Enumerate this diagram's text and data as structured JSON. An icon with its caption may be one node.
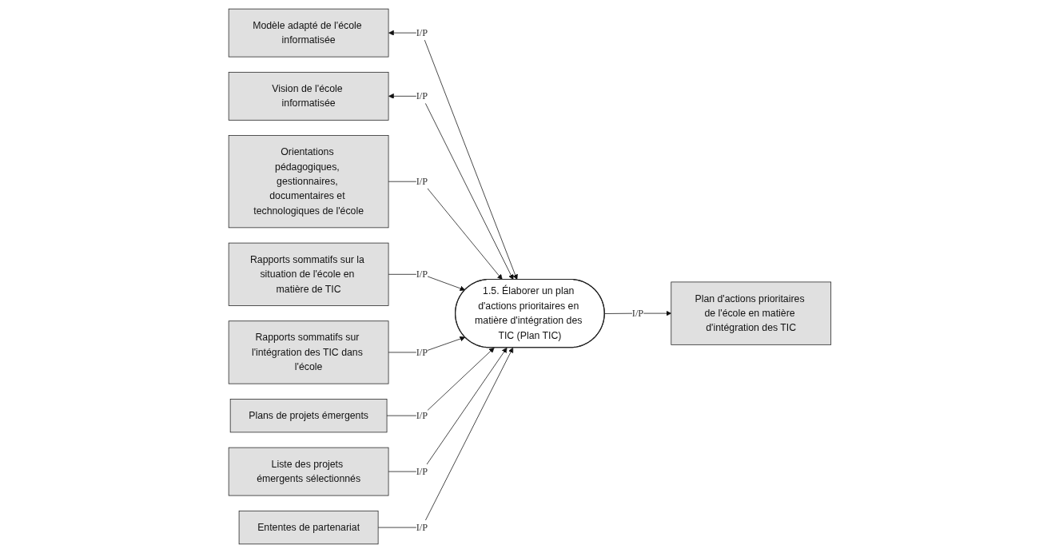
{
  "diagram": {
    "nodes": [
      {
        "text": [
          "Modèle adapté de l'école informatisée"
        ]
      },
      {
        "text": [
          "Vision de l'école informatisée"
        ]
      },
      {
        "text": [
          "Orientations pédagogiques, gestionnaires, documentaires et technologiques de l'école"
        ]
      },
      {
        "text": [
          "Rapports sommatifs sur la situation de l'école en matière de TIC"
        ]
      },
      {
        "text": [
          "1.5. Élaborer un plan d'actions prioritaires en matière d'intégration des TIC (Plan TIC)"
        ]
      },
      {
        "text": [
          "Plan d'actions prioritaires de l'école en matière d'intégration des TIC"
        ]
      },
      {
        "text": [
          "Rapports sommatifs sur l'intégration des TIC dans l'école"
        ]
      },
      {
        "text": [
          "Plans de projets émergents"
        ]
      },
      {
        "text": [
          "Liste des projets émergents sélectionnés"
        ]
      },
      {
        "text": [
          "Ententes de partenariat"
        ]
      }
    ],
    "edges": [
      {
        "from": 0,
        "to": 4,
        "arrow": "both",
        "label": "I/P"
      },
      {
        "from": 1,
        "to": 4,
        "arrow": "both",
        "label": "I/P"
      },
      {
        "from": 2,
        "to": 4,
        "arrow": "to",
        "label": "I/P"
      },
      {
        "from": 3,
        "to": 4,
        "arrow": "to",
        "label": "I/P"
      },
      {
        "from": 4,
        "to": 5,
        "arrow": "to",
        "label": "I/P"
      },
      {
        "from": 6,
        "to": 4,
        "arrow": "to",
        "label": "I/P"
      },
      {
        "from": 7,
        "to": 4,
        "arrow": "to",
        "label": "I/P"
      },
      {
        "from": 8,
        "to": 4,
        "arrow": "to",
        "label": "I/P"
      },
      {
        "from": 9,
        "to": 4,
        "arrow": "to",
        "label": "I/P"
      }
    ]
  }
}
